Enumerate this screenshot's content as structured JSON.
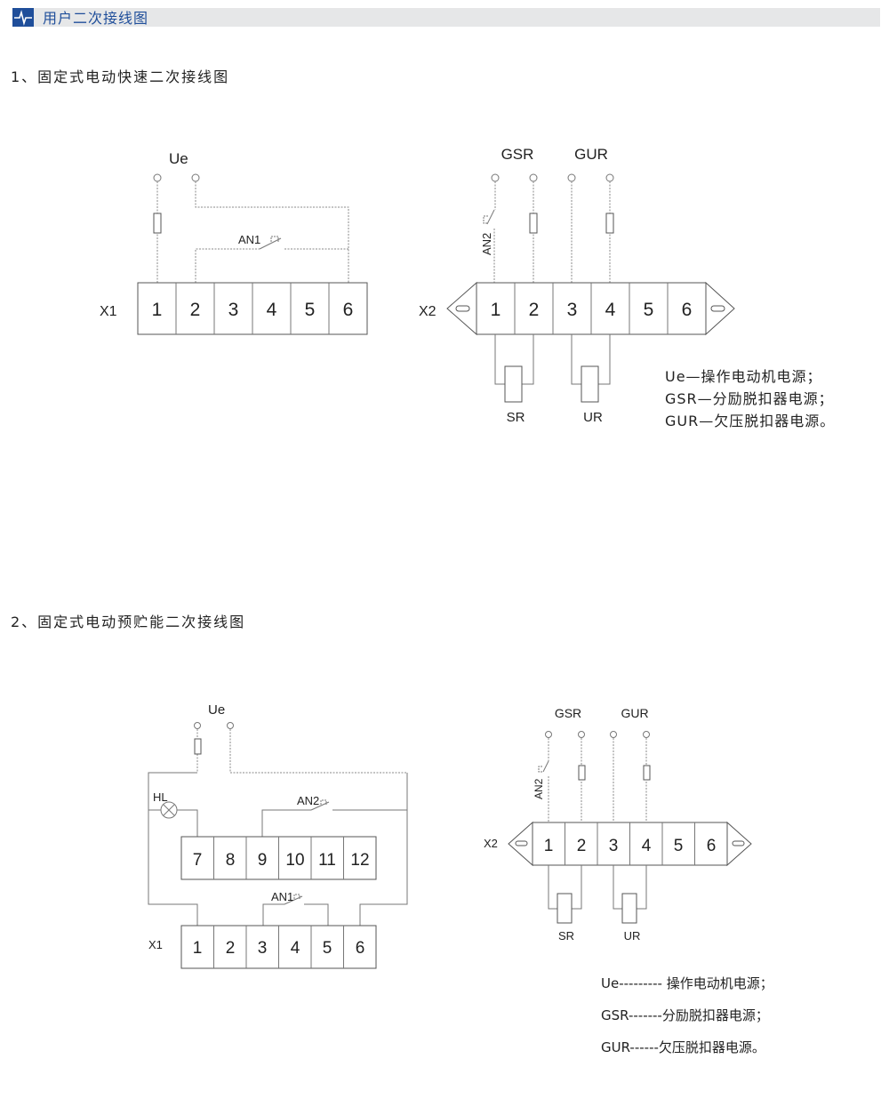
{
  "header": {
    "title": "用户二次接线图",
    "accent": "#1f4e9a",
    "bar_color": "#e6e7e8",
    "icon": "pulse-icon"
  },
  "section1": {
    "title": "1、固定式电动快速二次接线图",
    "x1": {
      "label": "X1",
      "supply": "Ue",
      "switch": "AN1",
      "terminals": [
        "1",
        "2",
        "3",
        "4",
        "5",
        "6"
      ]
    },
    "x2": {
      "label": "X2",
      "gsr": "GSR",
      "gur": "GUR",
      "switch": "AN2",
      "sr": "SR",
      "ur": "UR",
      "terminals": [
        "1",
        "2",
        "3",
        "4",
        "5",
        "6"
      ]
    },
    "legend": [
      "Ue—操作电动机电源；",
      "GSR—分励脱扣器电源；",
      "GUR—欠压脱扣器电源。"
    ]
  },
  "section2": {
    "title": "2、固定式电动预贮能二次接线图",
    "x1": {
      "label": "X1",
      "supply": "Ue",
      "lamp": "HL",
      "switch1": "AN1",
      "switch2": "AN2",
      "terminals_top": [
        "7",
        "8",
        "9",
        "10",
        "11",
        "12"
      ],
      "terminals": [
        "1",
        "2",
        "3",
        "4",
        "5",
        "6"
      ]
    },
    "x2": {
      "label": "X2",
      "gsr": "GSR",
      "gur": "GUR",
      "switch": "AN2",
      "sr": "SR",
      "ur": "UR",
      "terminals": [
        "1",
        "2",
        "3",
        "4",
        "5",
        "6"
      ]
    },
    "legend": [
      "Ue--------- 操作电动机电源；",
      "GSR-------分励脱扣器电源；",
      "GUR------欠压脱扣器电源。"
    ]
  }
}
